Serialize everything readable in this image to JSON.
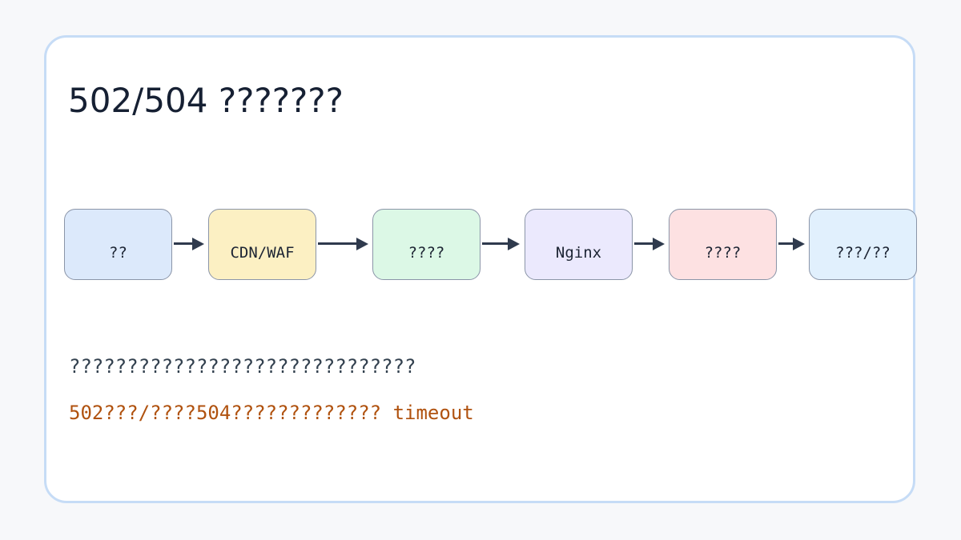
{
  "title": "502/504 ???????",
  "flow": {
    "nodes": [
      {
        "label": "??",
        "color": "#dce9fb"
      },
      {
        "label": "CDN/WAF",
        "color": "#fcf0c3"
      },
      {
        "label": "????",
        "color": "#dcf8e6"
      },
      {
        "label": "Nginx",
        "color": "#ebe9fd"
      },
      {
        "label": "????",
        "color": "#fde1e2"
      },
      {
        "label": "???/??",
        "color": "#e1f0fd"
      }
    ]
  },
  "notes": {
    "main": "??????????????????????????????",
    "warning": "502???/????504????????????? timeout"
  },
  "colors": {
    "card_border": "#c6dcf6",
    "arrow": "#2f3a4d",
    "warning_text": "#b0520f"
  }
}
